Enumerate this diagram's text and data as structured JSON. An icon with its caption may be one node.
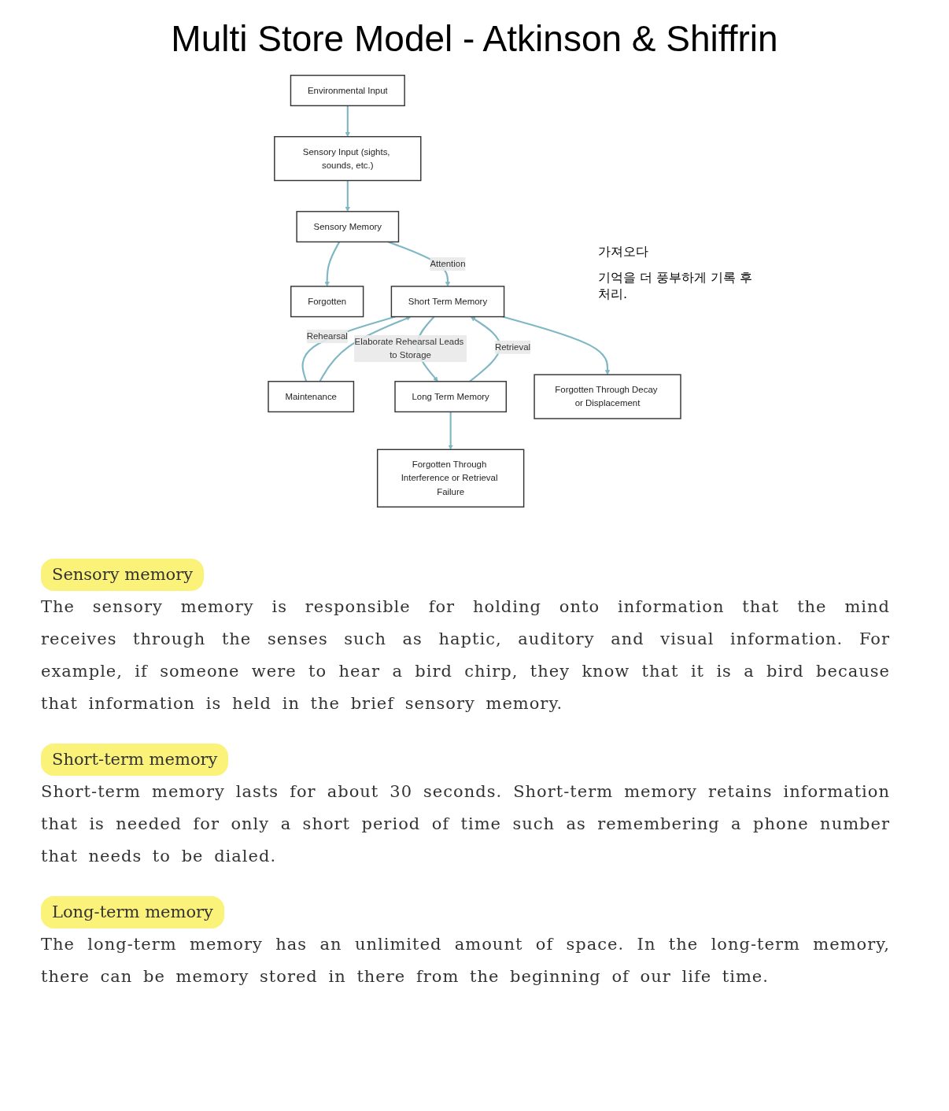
{
  "diagram": {
    "title": "Multi Store Model - Atkinson & Shiffrin",
    "nodes": [
      {
        "text": [
          "Environmental Input"
        ]
      },
      {
        "text": [
          "Sensory Input (sights, sounds, etc.)"
        ]
      },
      {
        "text": [
          "Sensory Memory"
        ]
      },
      {
        "text": [
          "Forgotten"
        ]
      },
      {
        "text": [
          "Maintenance"
        ]
      },
      {
        "text": [
          "Short Term Memory"
        ]
      },
      {
        "text": [
          "Long Term Memory"
        ]
      },
      {
        "text": [
          "Forgotten Through Decay or Displacement"
        ]
      },
      {
        "text": [
          "Forgotten Through Interference or Retrieval Failure"
        ]
      }
    ],
    "edges": [
      {
        "from": 0,
        "to": 1,
        "arrow": "to"
      },
      {
        "from": 1,
        "to": 2,
        "arrow": "to"
      },
      {
        "from": 2,
        "to": 3,
        "arrow": "to"
      },
      {
        "from": 2,
        "to": 5,
        "arrow": "to",
        "label": "Attention"
      },
      {
        "from": 5,
        "to": 4,
        "arrow": "none",
        "label": "Rehearsal"
      },
      {
        "from": 4,
        "to": 5,
        "arrow": "to"
      },
      {
        "from": 6,
        "to": 5,
        "arrow": "to",
        "label": "Retrieval"
      },
      {
        "from": 5,
        "to": 6,
        "arrow": "to",
        "label": "Elaborate Rehearsal Leads to Storage"
      },
      {
        "from": 5,
        "to": 7,
        "arrow": "to"
      },
      {
        "from": 6,
        "to": 8,
        "arrow": "to"
      }
    ],
    "labels": [
      "가져오다",
      "기억을 더 풍부하게 기록 후 처리.",
      "Sensory memory",
      "The sensory memory is responsible for holding onto information that the mind receives through the senses such as haptic, auditory and visual information. For example, if someone were to hear a bird chirp, they know that it is a bird because that information is held in the brief sensory memory.",
      "Short-term memory",
      "Short-term memory lasts for about 30 seconds. Short-term memory retains information that is needed for only a short period of time such as remembering a phone number that needs to be dialed.",
      "Long-term memory",
      "The long-term memory has an unlimited amount of space. In the long-term memory, there can be memory stored in there from the beginning of our life time."
    ]
  }
}
